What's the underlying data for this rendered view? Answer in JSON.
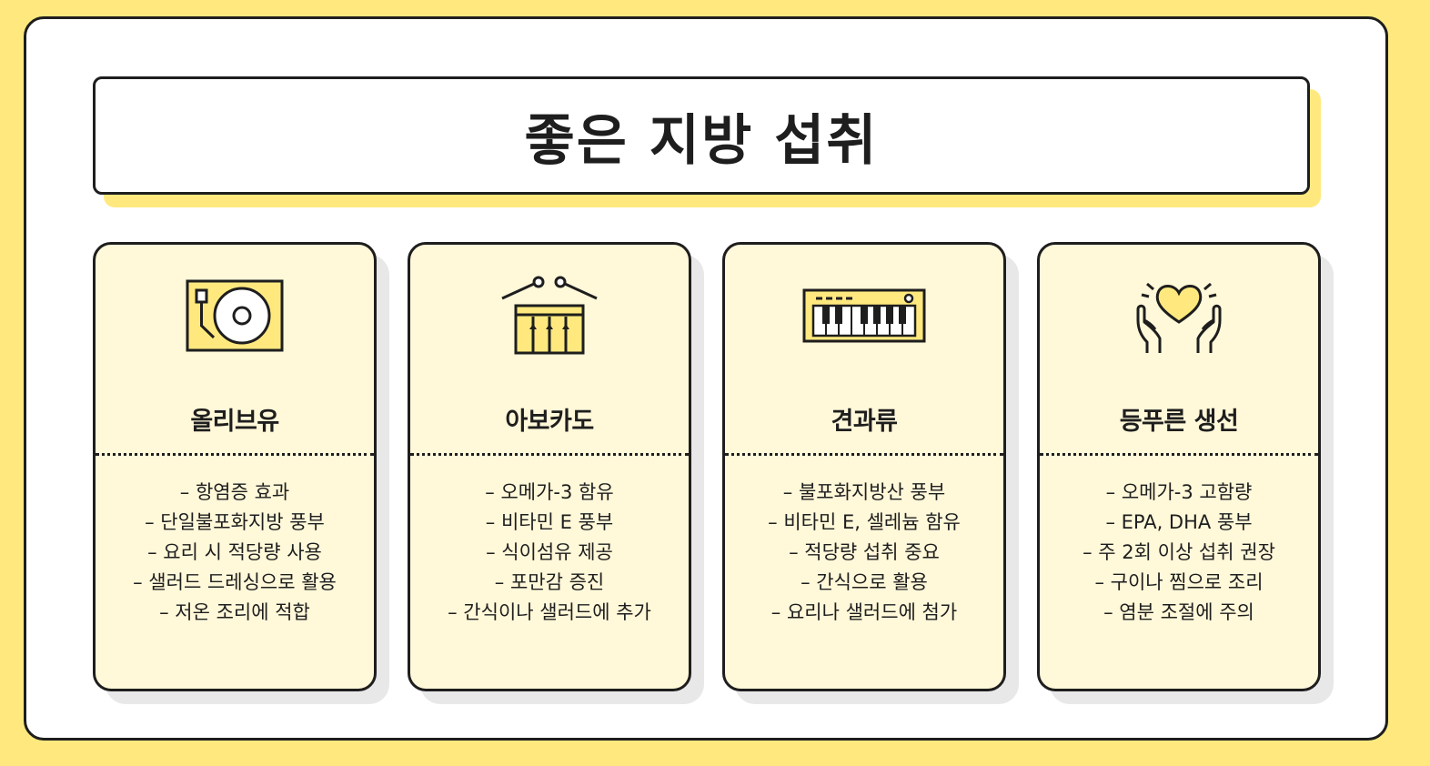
{
  "title": "좋은 지방 섭취",
  "colors": {
    "background": "#FFE97F",
    "card_fill": "#FFF8D9",
    "icon_fill": "#FFE97F",
    "outline": "#1e1e1e"
  },
  "cards": [
    {
      "icon": "turntable-icon",
      "name": "올리브유",
      "items": [
        "– 항염증 효과",
        "– 단일불포화지방 풍부",
        "– 요리 시 적당량 사용",
        "– 샐러드 드레싱으로 활용",
        "– 저온 조리에 적합"
      ]
    },
    {
      "icon": "drum-icon",
      "name": "아보카도",
      "items": [
        "– 오메가-3 함유",
        "– 비타민 E 풍부",
        "– 식이섬유 제공",
        "– 포만감 증진",
        "– 간식이나 샐러드에 추가"
      ]
    },
    {
      "icon": "keyboard-icon",
      "name": "견과류",
      "items": [
        "– 불포화지방산 풍부",
        "– 비타민 E, 셀레늄 함유",
        "– 적당량 섭취 중요",
        "– 간식으로 활용",
        "– 요리나 샐러드에 첨가"
      ]
    },
    {
      "icon": "heart-hands-icon",
      "name": "등푸른 생선",
      "items": [
        "– 오메가-3 고함량",
        "– EPA, DHA 풍부",
        "– 주 2회 이상 섭취 권장",
        "– 구이나 찜으로 조리",
        "– 염분 조절에 주의"
      ]
    }
  ]
}
